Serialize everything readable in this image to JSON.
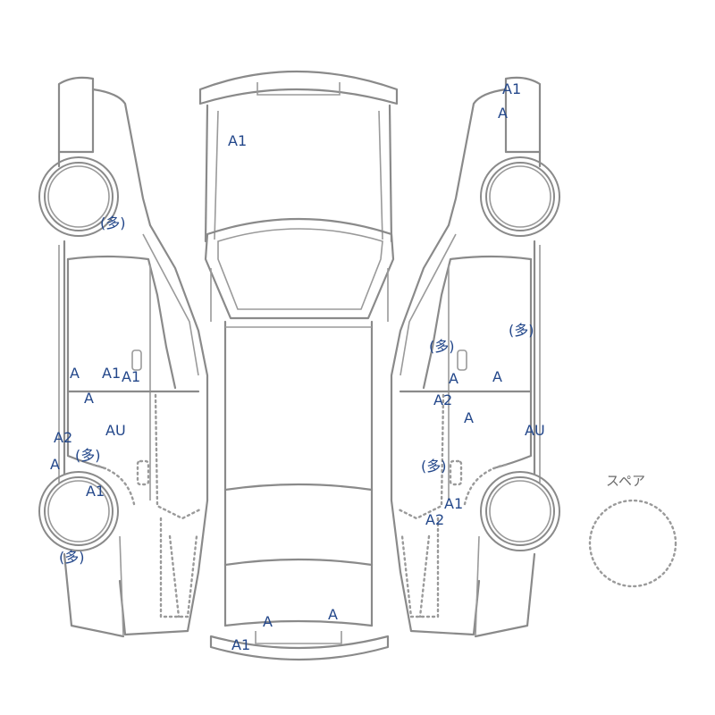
{
  "diagram": {
    "spare_label": "スペア",
    "marks": [
      {
        "id": "m1",
        "code": "A1"
      },
      {
        "id": "m2",
        "code": "A"
      },
      {
        "id": "m3",
        "code": "A1"
      },
      {
        "id": "m4",
        "code": "(多)"
      },
      {
        "id": "m5",
        "code": "(多)"
      },
      {
        "id": "m6",
        "code": "(多)"
      },
      {
        "id": "m7",
        "code": "A"
      },
      {
        "id": "m8",
        "code": "A1"
      },
      {
        "id": "m9",
        "code": "A1"
      },
      {
        "id": "m10",
        "code": "A"
      },
      {
        "id": "m11",
        "code": "A"
      },
      {
        "id": "m12",
        "code": "A"
      },
      {
        "id": "m13",
        "code": "A2"
      },
      {
        "id": "m14",
        "code": "A"
      },
      {
        "id": "m15",
        "code": "AU"
      },
      {
        "id": "m16",
        "code": "AU"
      },
      {
        "id": "m17",
        "code": "A2"
      },
      {
        "id": "m18",
        "code": "(多)"
      },
      {
        "id": "m19",
        "code": "A"
      },
      {
        "id": "m20",
        "code": "(多)"
      },
      {
        "id": "m21",
        "code": "A1"
      },
      {
        "id": "m22",
        "code": "A1"
      },
      {
        "id": "m23",
        "code": "A2"
      },
      {
        "id": "m24",
        "code": "(多)"
      },
      {
        "id": "m25",
        "code": "A"
      },
      {
        "id": "m26",
        "code": "A"
      },
      {
        "id": "m27",
        "code": "A1"
      }
    ]
  }
}
